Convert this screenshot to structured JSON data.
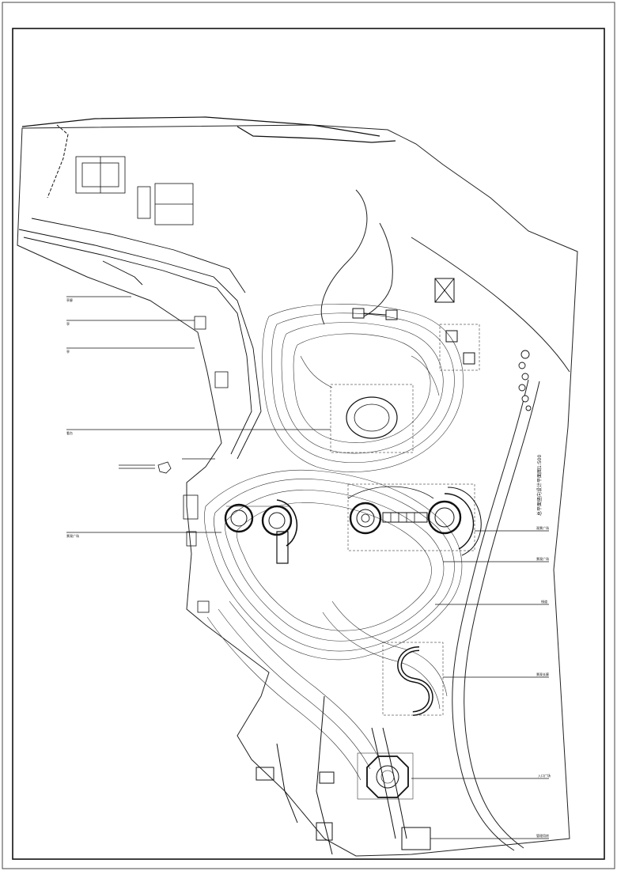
{
  "drawing": {
    "title": "总平面竖向设计平面图1:500"
  },
  "callouts": {
    "left": [
      "亭廊",
      "亭",
      "亭",
      "看台",
      "景观广场"
    ],
    "right": [
      "观景广场",
      "景观广场",
      "栈道",
      "景观长廊",
      "入口广场",
      "管理用房"
    ]
  },
  "colors": {
    "ink": "#1a1a1a",
    "paper": "#ffffff"
  }
}
